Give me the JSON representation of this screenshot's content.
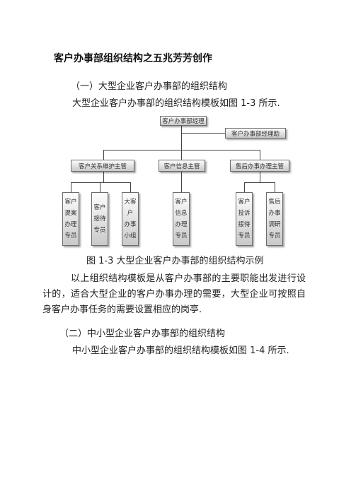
{
  "title": "客户办事部组织结构之五兆芳芳创作",
  "section1_heading": "（一）大型企业客户办事部的组织结构",
  "section1_text": "大型企业客户办事部的组织结构模板如图 1-3 所示.",
  "org_chart": {
    "top": "客户办事部经理",
    "assistant": "客户办事部经理助",
    "managers": [
      "客户关系维护主管",
      "客户信息主管",
      "售后办事办理主管"
    ],
    "units": [
      [
        "客户",
        "提案",
        "办理",
        "专员"
      ],
      [
        "客户",
        "接待",
        "专员"
      ],
      [
        "大客",
        "户",
        "办事",
        "小组"
      ],
      [
        "客户",
        "信息",
        "办理",
        "专员"
      ],
      [
        "客户",
        "投诉",
        "接待",
        "专员"
      ],
      [
        "售后",
        "办事",
        "调研",
        "专员"
      ]
    ]
  },
  "caption": "图 1-3 大型企业客户办事部的组织结构示例",
  "body_text": "以上组织结构模板是从客户办事部的主要职能出发进行设计的，适合大型企业的客户办事办理的需要，大型企业可按照自身客户办事任务的需要设置相应的岗亭.",
  "section2_heading": "（二）中小型企业客户办事部的组织结构",
  "section2_text": "中小型企业客户办事部的组织结构模板如图 1-4 所示."
}
